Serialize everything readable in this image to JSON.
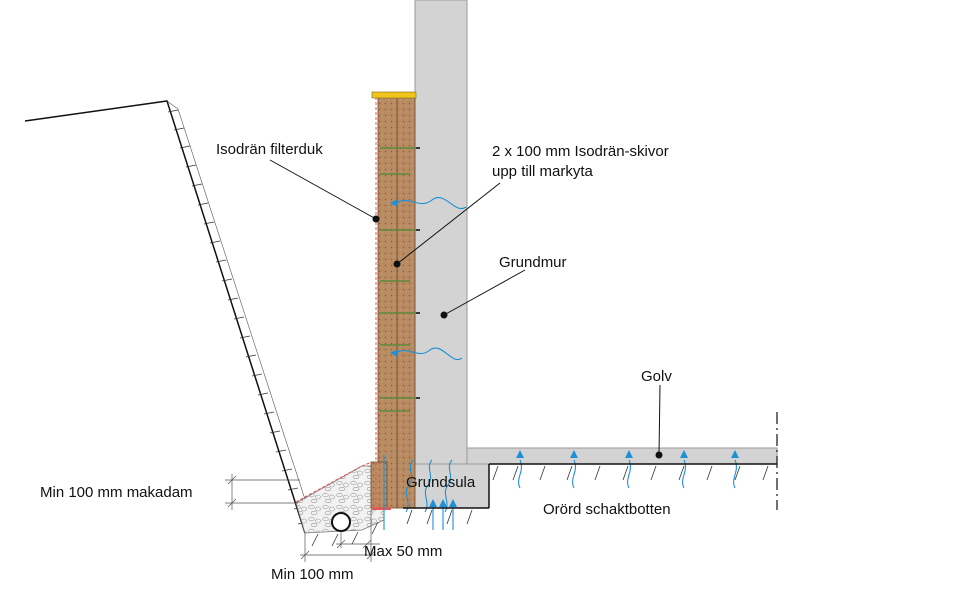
{
  "labels": {
    "filterduk": "Isodrän filterduk",
    "skivor_line1": "2 x 100 mm Isodrän-skivor",
    "skivor_line2": "upp till markyta",
    "grundmur": "Grundmur",
    "golv": "Golv",
    "grundsula": "Grundsula",
    "schaktbotten": "Orörd schaktbotten",
    "makadam": "Min 100 mm makadam",
    "max50": "Max 50 mm",
    "min100": "Min 100 mm"
  },
  "colors": {
    "concrete": "#d3d3d3",
    "concrete_edge": "#9a9a9a",
    "board": "#b98b63",
    "board_dot": "#8a5c3c",
    "filter": "#e05a5a",
    "water": "#1e90d6",
    "anchor": "#5b8a3a",
    "line": "#111111"
  }
}
